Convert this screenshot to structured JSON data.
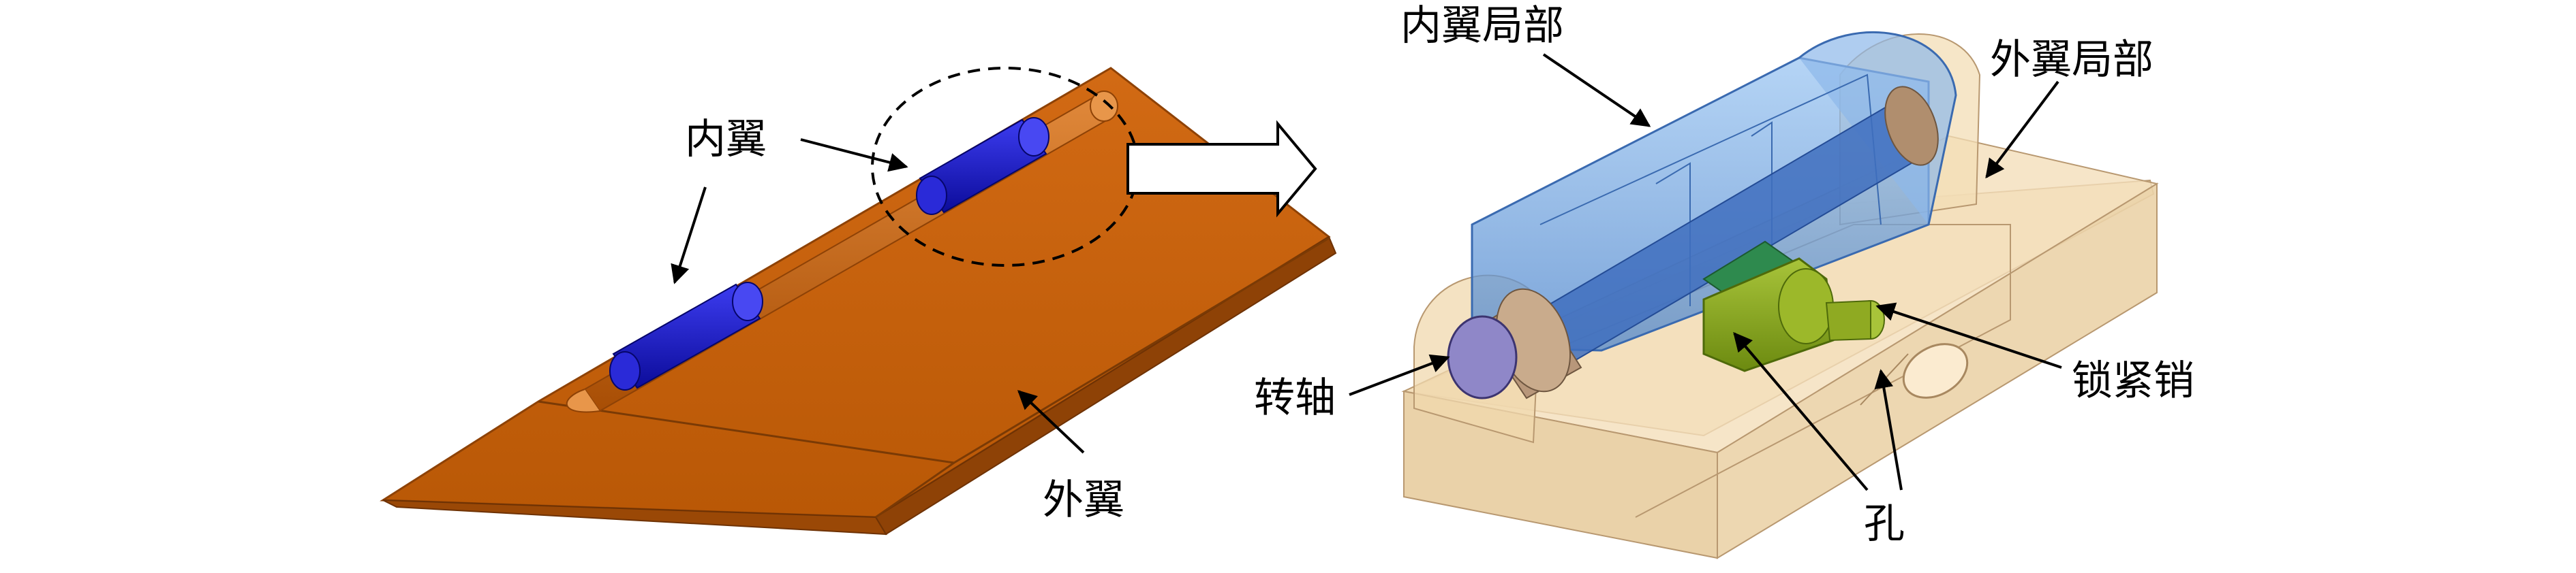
{
  "labels": {
    "inner_wing_top": "内翼",
    "outer_wing": "外翼",
    "inner_wing_local": "内翼局部",
    "outer_wing_local": "外翼局部",
    "shaft": "转轴",
    "lock_pin": "锁紧销",
    "hole": "孔"
  },
  "colors": {
    "outer_wing": "#C85F0A",
    "outer_wing_dark": "#8E4206",
    "inner_wing": "#1A1AC8",
    "inner_wing_local": "#5E9BE0",
    "outer_wing_local": "#F2D9B0",
    "shaft": "#8F87C8",
    "lock_pin": "#8AA81E",
    "lock_pin_dark": "#2E8A4E"
  }
}
